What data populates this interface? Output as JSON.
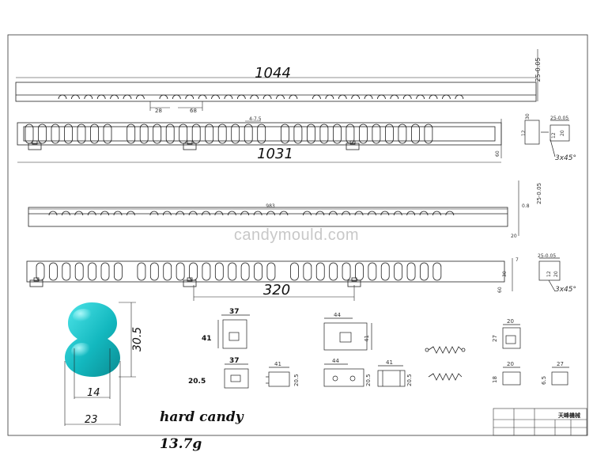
{
  "watermark": "candymould.com",
  "product": {
    "name": "hard candy",
    "weight": "13.7g"
  },
  "dims": {
    "bar1_length": "1044",
    "bar1_height": "25-0.05",
    "cav_pitch_a": "28",
    "cav_pitch_b": "68",
    "small_dim": "4-7.5",
    "bar2_length": "1031",
    "bar2_h_a": "30",
    "bar2_h_b": "60",
    "bar2_h_c": "12",
    "bar2_end_w": "25-0.05",
    "bar2_end_h": "20",
    "bar2_end_b": "12",
    "chamfer": "3x45°",
    "bar3_length": "983",
    "bar3_height": "25-0.05",
    "bar3_dim_a": "0.8",
    "bar3_dim_b": "20",
    "bar4_height": "25-0.05",
    "bar4_dim_a": "7",
    "bar4_dim_b": "30",
    "bar4_dim_c": "60",
    "bar4_end_w": "25-0.05",
    "bar4_end_h1": "20",
    "bar4_end_h2": "12",
    "chamfer2": "3x45°",
    "spacing": "320",
    "candy_height": "30.5",
    "candy_neck": "14",
    "candy_width": "23",
    "p1_w": "37",
    "p1_h": "41",
    "p2_w": "44",
    "p2_h": "41",
    "p3_w": "20",
    "p3_h": "27",
    "p4_w": "37",
    "p4_h": "20.5",
    "p5_w": "41",
    "p5_h": "20.5",
    "p6_w": "44",
    "p6_h": "20.5",
    "p7_w": "41",
    "p7_h": "20.5",
    "p8_w": "20",
    "p8_h": "18",
    "p9_w": "27",
    "p9_h": "6.5"
  },
  "title_block": {
    "company": "天峰機械"
  }
}
